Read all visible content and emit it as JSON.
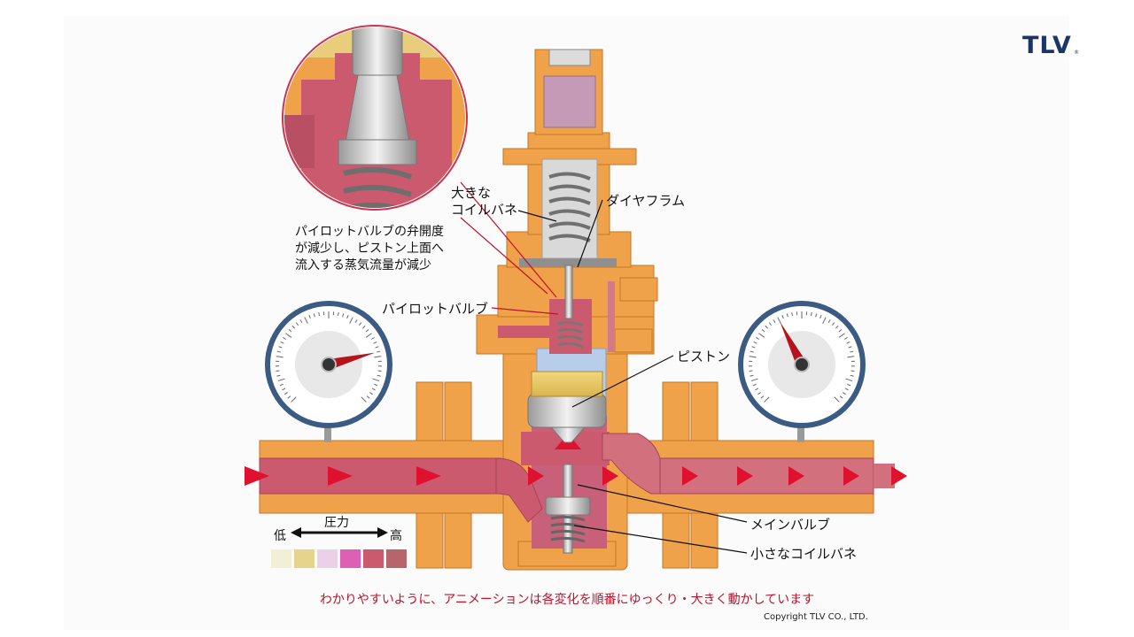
{
  "logo": {
    "text": "TLV",
    "mark": "®"
  },
  "labels": {
    "large_spring_line1": "大きな",
    "large_spring_line2": "コイルバネ",
    "diaphragm": "ダイヤフラム",
    "pilot_valve": "パイロットバルブ",
    "piston": "ピストン",
    "main_valve": "メインバルブ",
    "small_spring": "小さなコイルバネ"
  },
  "note": {
    "line1": "パイロットバルブの弁開度",
    "line2": "が減少し、ピストン上面へ",
    "line3": "流入する蒸気流量が減少"
  },
  "legend": {
    "title": "圧力",
    "low": "低",
    "high": "高",
    "swatches": [
      "#f1efd6",
      "#e6d48c",
      "#ead1e8",
      "#dd5fb6",
      "#cc5a6f",
      "#b5656b"
    ]
  },
  "caption": "わかりやすいように、アニメーションは各変化を順番にゆっくり・大きく動かしています",
  "copyright": "Copyright TLV CO., LTD.",
  "colors": {
    "body": "#f0a24a",
    "body_dark": "#c47523",
    "steam_inlet": "#cc5a6f",
    "steam_outlet": "#d2707d",
    "arrow": "#e0102f",
    "gauge_ring": "#3b5b82",
    "needle": "#b5121b"
  },
  "gauges": [
    {
      "name": "inlet",
      "needle_fraction": 0.78
    },
    {
      "name": "outlet",
      "needle_fraction": 0.4
    }
  ]
}
